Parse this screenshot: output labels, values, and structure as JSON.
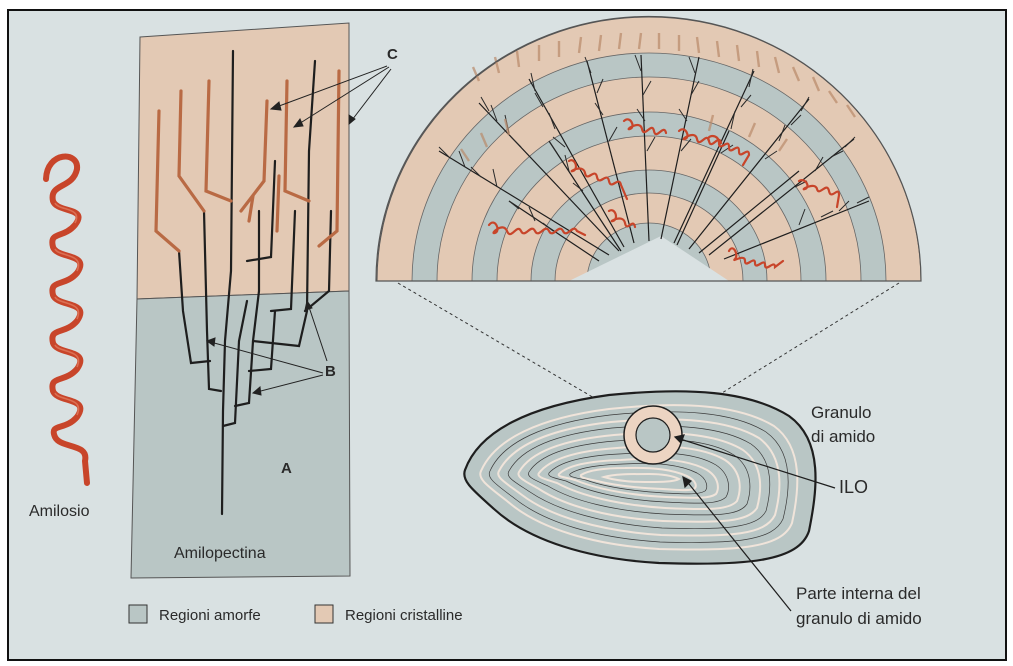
{
  "labels": {
    "c": "C",
    "b": "B",
    "a": "A",
    "amilosio": "Amilosio",
    "amilopectina": "Amilopectina",
    "granulo_line1": "Granulo",
    "granulo_line2": "di amido",
    "ilo": "ILO",
    "parte_line1": "Parte interna del",
    "parte_line2": "granulo di amido"
  },
  "legend": [
    {
      "label": "Regioni amorfe",
      "color": "#b9c6c5"
    },
    {
      "label": "Regioni cristalline",
      "color": "#e3c9b4"
    }
  ],
  "colors": {
    "background": "#d9e1e2",
    "amorphous": "#b9c6c5",
    "crystalline": "#e3c9b4",
    "helix": "#c8452a",
    "chain_dark": "#1e1e1e"
  }
}
